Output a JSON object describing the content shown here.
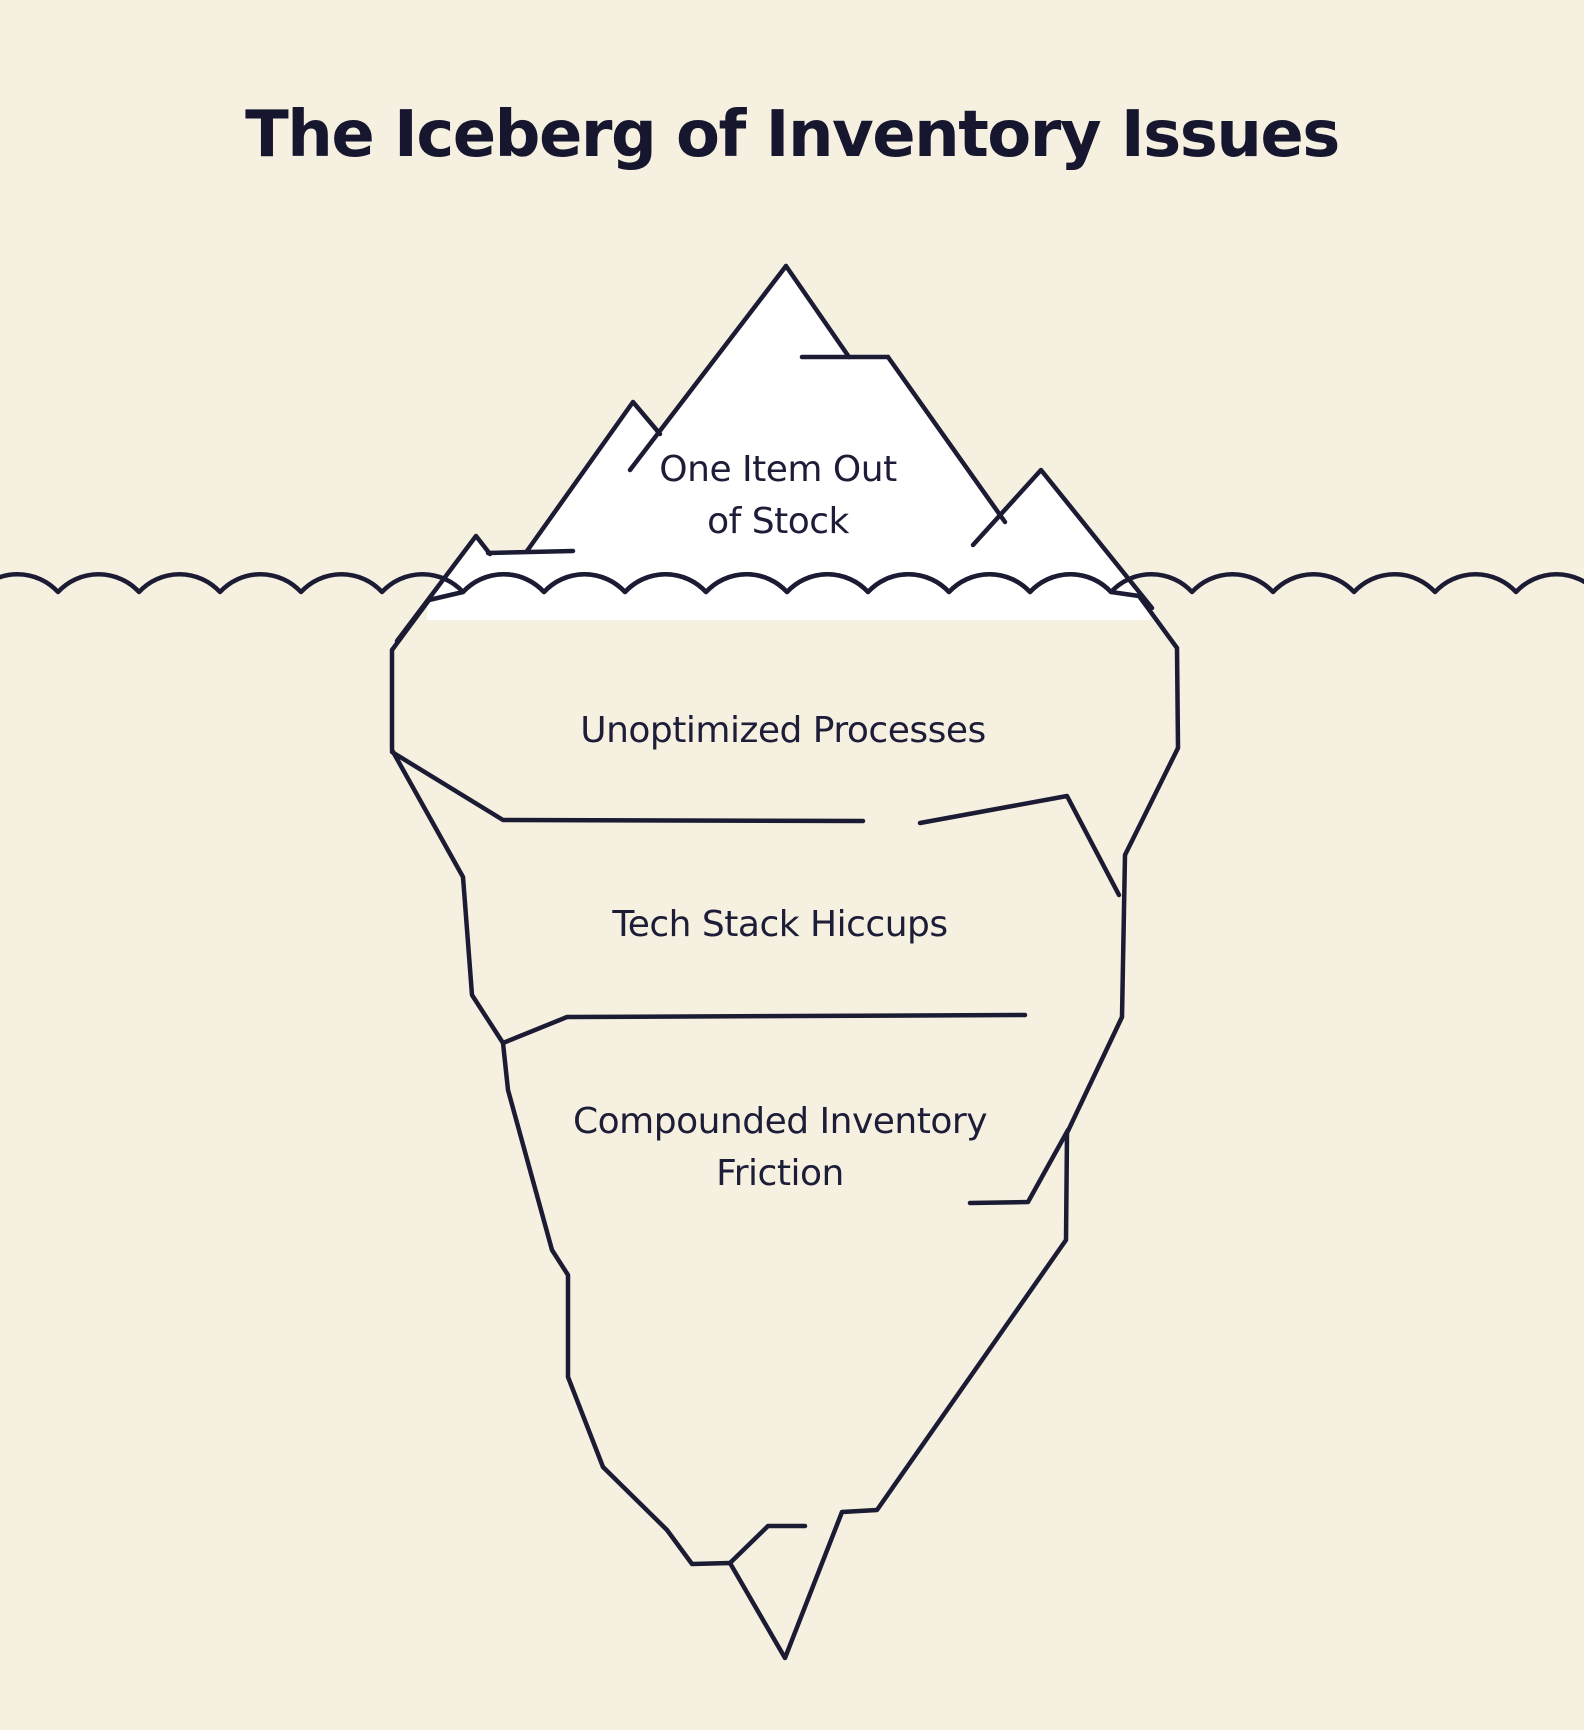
{
  "title": "The Iceberg of Inventory Issues",
  "colors": {
    "background": "#f6f0e0",
    "iceberg_above_water": "#ffffff",
    "iceberg_below_water": "#cfc0f7",
    "outline": "#1b1b34",
    "text": "#1d1d38"
  },
  "levels": [
    {
      "id": "tip-above-water",
      "label": "One Item Out of Stock",
      "line1": "One Item Out",
      "line2": "of Stock",
      "position": "above waterline"
    },
    {
      "id": "underwater-level-1",
      "label": "Unoptimized Processes",
      "position": "below waterline, first section"
    },
    {
      "id": "underwater-level-2",
      "label": "Tech Stack Hiccups",
      "position": "below waterline, second section"
    },
    {
      "id": "underwater-level-3",
      "label": "Compounded Inventory Friction",
      "line1": "Compounded Inventory",
      "line2": "Friction",
      "position": "below waterline, third section"
    }
  ]
}
